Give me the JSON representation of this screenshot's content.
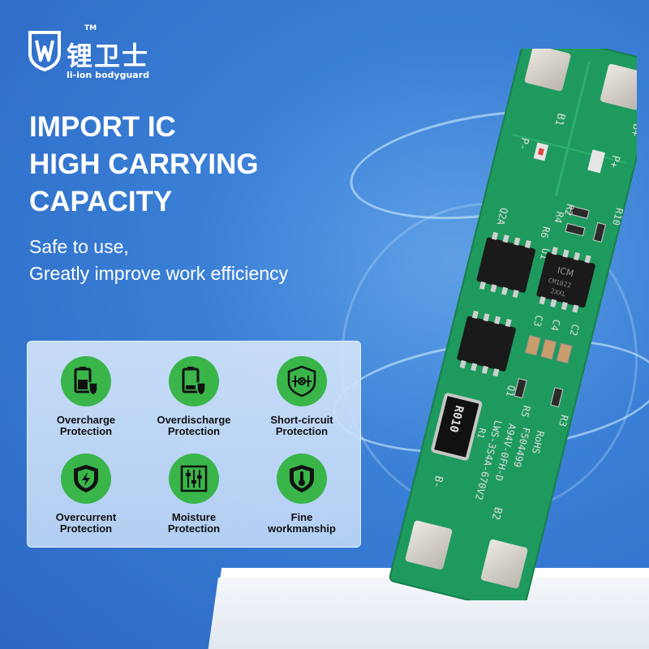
{
  "brand": {
    "trademark": "TM",
    "name_cn": "锂卫士",
    "tagline": "li-ion bodyguard"
  },
  "headline": {
    "line1": "IMPORT IC",
    "line2": "HIGH CARRYING",
    "line3": "CAPACITY"
  },
  "subheadline": {
    "line1": "Safe to use,",
    "line2": "Greatly improve work efficiency"
  },
  "features": [
    {
      "icon": "battery-shield-icon",
      "line1": "Overcharge",
      "line2": "Protection"
    },
    {
      "icon": "battery-low-shield-icon",
      "line1": "Overdischarge",
      "line2": "Protection"
    },
    {
      "icon": "circuit-icon",
      "line1": "Short-circuit",
      "line2": "Protection"
    },
    {
      "icon": "lightning-shield-icon",
      "line1": "Overcurrent",
      "line2": "Protection"
    },
    {
      "icon": "sliders-icon",
      "line1": "Moisture",
      "line2": "Protection"
    },
    {
      "icon": "thermometer-shield-icon",
      "line1": "Fine",
      "line2": "workmanship"
    }
  ],
  "pcb": {
    "labels": {
      "b1": "B1",
      "b_plus": "B+",
      "p_minus": "P-",
      "p_plus": "P+",
      "r4": "R4",
      "r2": "R2",
      "r10": "R10",
      "r6": "R6",
      "q2a": "Q2A",
      "u1": "U1",
      "chip_brand": "ICM",
      "chip_code1": "CM1022",
      "chip_code2": "2XXL",
      "c3": "C3",
      "c4": "C4",
      "c2": "C2",
      "q1": "Q1",
      "r5": "R5",
      "r3": "R3",
      "r1": "R1",
      "resistor": "R010",
      "model": "LWS-3S4A-670V2",
      "rev": "A94V-0FH-D",
      "batch": "F504499",
      "rohs": "RoHS",
      "b_minus": "B-",
      "b2": "B2"
    },
    "colors": {
      "board": "#1f9a5e",
      "pad": "#d9d6cf",
      "chip": "#1a1a1a"
    }
  },
  "colors": {
    "background": "#3a7fd6",
    "feature_icon": "#39b54a"
  }
}
